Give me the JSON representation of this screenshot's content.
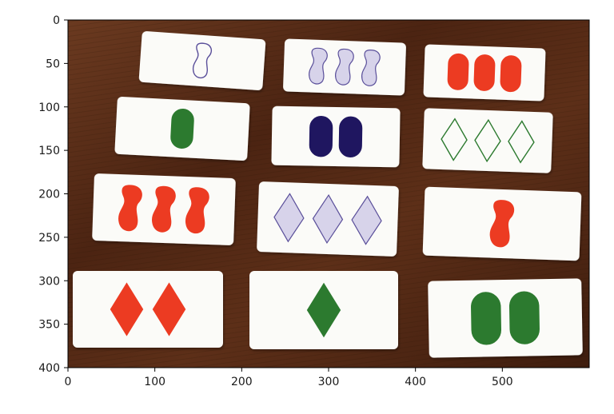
{
  "figure": {
    "x_ticks": [
      0,
      100,
      200,
      300,
      400,
      500
    ],
    "y_ticks": [
      0,
      50,
      100,
      150,
      200,
      250,
      300,
      350,
      400
    ]
  },
  "palette": {
    "table_wood": "#5a2b17",
    "card": "#fbfbf8",
    "red": "#ec3b22",
    "green": "#2c7a2f",
    "purple": "#1f1660",
    "light_purple": "#d7d3ea",
    "outline_purple": "#5a4f9a"
  },
  "cards": [
    {
      "row": 0,
      "col": 0,
      "count": 1,
      "shape": "squiggle",
      "color": "purple",
      "shading": "open"
    },
    {
      "row": 0,
      "col": 1,
      "count": 3,
      "shape": "squiggle",
      "color": "purple",
      "shading": "striped"
    },
    {
      "row": 0,
      "col": 2,
      "count": 3,
      "shape": "oval",
      "color": "red",
      "shading": "solid"
    },
    {
      "row": 1,
      "col": 0,
      "count": 1,
      "shape": "oval",
      "color": "green",
      "shading": "solid"
    },
    {
      "row": 1,
      "col": 1,
      "count": 2,
      "shape": "oval",
      "color": "purple",
      "shading": "solid"
    },
    {
      "row": 1,
      "col": 2,
      "count": 3,
      "shape": "diamond",
      "color": "green",
      "shading": "open"
    },
    {
      "row": 2,
      "col": 0,
      "count": 3,
      "shape": "squiggle",
      "color": "red",
      "shading": "solid"
    },
    {
      "row": 2,
      "col": 1,
      "count": 3,
      "shape": "diamond",
      "color": "purple",
      "shading": "striped"
    },
    {
      "row": 2,
      "col": 2,
      "count": 1,
      "shape": "squiggle",
      "color": "red",
      "shading": "solid"
    },
    {
      "row": 3,
      "col": 0,
      "count": 2,
      "shape": "diamond",
      "color": "red",
      "shading": "solid"
    },
    {
      "row": 3,
      "col": 1,
      "count": 1,
      "shape": "diamond",
      "color": "green",
      "shading": "solid"
    },
    {
      "row": 3,
      "col": 2,
      "count": 2,
      "shape": "oval",
      "color": "green",
      "shading": "solid"
    }
  ]
}
